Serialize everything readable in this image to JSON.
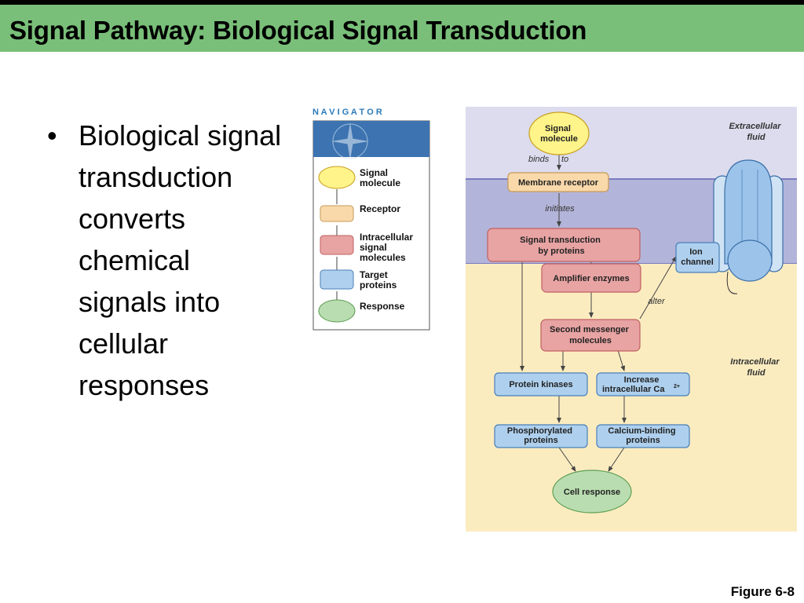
{
  "title": "Signal Pathway: Biological Signal Transduction",
  "bullet": {
    "marker": "•",
    "text": "Biological signal transduction converts chemical signals into cellular responses"
  },
  "navigator": {
    "header": "N A V I G A T O R",
    "items": [
      {
        "label_lines": [
          "Signal",
          "molecule"
        ],
        "color": "#fef48a"
      },
      {
        "label_lines": [
          "Receptor"
        ],
        "color": "#f9d9aa"
      },
      {
        "label_lines": [
          "Intracellular",
          "signal",
          "molecules"
        ],
        "color": "#e8a3a3"
      },
      {
        "label_lines": [
          "Target",
          "proteins"
        ],
        "color": "#aed0ee"
      },
      {
        "label_lines": [
          "Response"
        ],
        "color": "#b9ddb0"
      }
    ]
  },
  "diagram": {
    "region_labels": {
      "extracellular": [
        "Extracellular",
        "fluid"
      ],
      "intracellular": [
        "Intracellular",
        "fluid"
      ]
    },
    "nodes": {
      "signal_molecule": [
        "Signal",
        "molecule"
      ],
      "membrane_receptor": [
        "Membrane receptor"
      ],
      "signal_transduction": [
        "Signal transduction",
        "by proteins"
      ],
      "ion_channel": [
        "Ion",
        "channel"
      ],
      "amplifier_enzymes": [
        "Amplifier enzymes"
      ],
      "second_messenger": [
        "Second messenger",
        "molecules"
      ],
      "protein_kinases": [
        "Protein kinases"
      ],
      "increase_ca": [
        "Increase",
        "intracellular Ca"
      ],
      "ca_superscript": "2+",
      "phosphorylated": [
        "Phosphorylated",
        "proteins"
      ],
      "calcium_binding": [
        "Calcium-binding",
        "proteins"
      ],
      "cell_response": [
        "Cell response"
      ]
    },
    "edge_labels": {
      "binds": "binds",
      "to": "to",
      "initiates": "initiates",
      "alter": "alter"
    },
    "colors": {
      "extracellular": "#dcdcee",
      "membrane": "#b3b4d9",
      "intracellular": "#fbecc0",
      "signal": "#fef48a",
      "receptor": "#f9d9aa",
      "intracellular_signal": "#e8a3a3",
      "target": "#aed0ee",
      "response": "#b9ddb0"
    }
  },
  "figure_label": "Figure 6-8"
}
